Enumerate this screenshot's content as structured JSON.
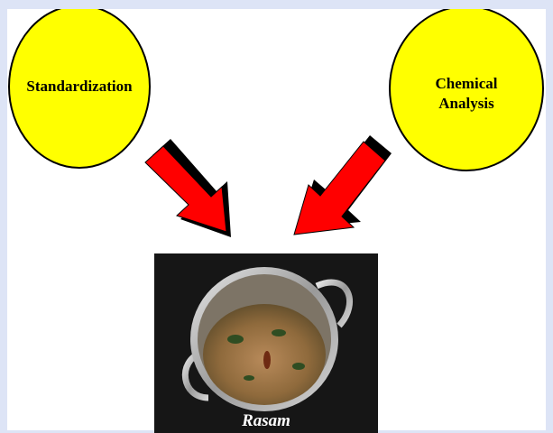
{
  "diagram": {
    "nodes": [
      {
        "id": "standardization",
        "label": "Standardization",
        "fill": "#ffff00"
      },
      {
        "id": "chemical-analysis",
        "label_lines": [
          "Chemical",
          "Analysis"
        ],
        "fill": "#ffff00"
      }
    ],
    "arrows": [
      {
        "from": "standardization",
        "to": "rasam",
        "color": "#ff0000"
      },
      {
        "from": "chemical-analysis",
        "to": "rasam",
        "color": "#ff0000"
      }
    ],
    "photo": {
      "subject": "pot of rasam",
      "caption": "Rasam"
    }
  },
  "colors": {
    "background_outer": "#dde4f6",
    "background_inner": "#ffffff",
    "node_fill": "#ffff00",
    "arrow_fill": "#ff0000",
    "arrow_shadow": "#000000"
  }
}
